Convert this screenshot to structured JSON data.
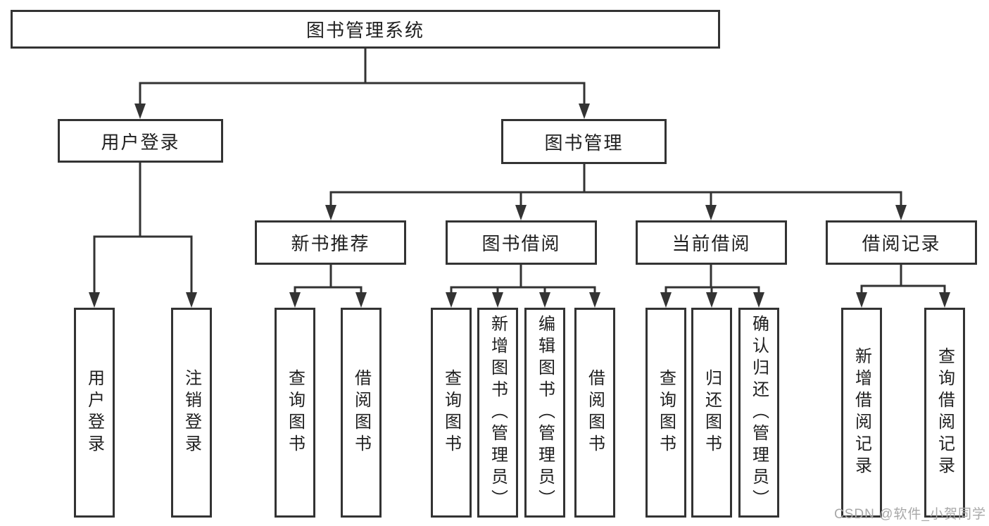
{
  "tree": {
    "root": "图书管理系统",
    "children": [
      {
        "label": "用户登录",
        "children": [
          {
            "label": "用户登录"
          },
          {
            "label": "注销登录"
          }
        ]
      },
      {
        "label": "图书管理",
        "children": [
          {
            "label": "新书推荐",
            "children": [
              {
                "label": "查询图书"
              },
              {
                "label": "借阅图书"
              }
            ]
          },
          {
            "label": "图书借阅",
            "children": [
              {
                "label": "查询图书"
              },
              {
                "label": "新增图书（管理员）"
              },
              {
                "label": "编辑图书（管理员）"
              },
              {
                "label": "借阅图书"
              }
            ]
          },
          {
            "label": "当前借阅",
            "children": [
              {
                "label": "查询图书"
              },
              {
                "label": "归还图书"
              },
              {
                "label": "确认归还（管理员）"
              }
            ]
          },
          {
            "label": "借阅记录",
            "children": [
              {
                "label": "新增借阅记录"
              },
              {
                "label": "查询借阅记录"
              }
            ]
          }
        ]
      }
    ]
  },
  "watermark": "CSDN @软件_小贺同学",
  "colors": {
    "line": "#333333",
    "text": "#1f1f1f",
    "watermark": "#a8a8a8",
    "background": "#ffffff"
  }
}
